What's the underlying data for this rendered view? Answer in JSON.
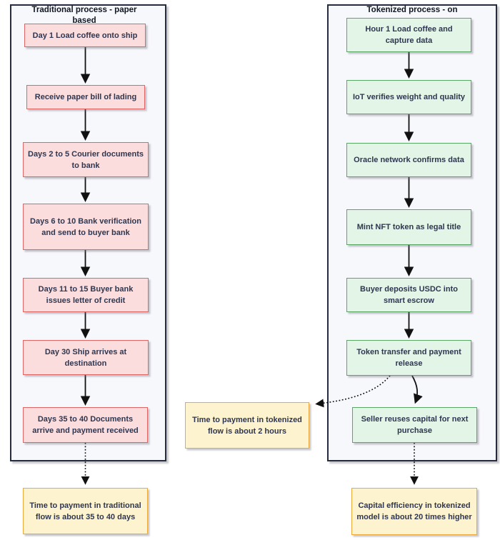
{
  "diagram": {
    "traditional": {
      "title": "Traditional process - paper based",
      "steps": [
        "Day 1 Load coffee onto ship",
        "Receive paper bill of lading",
        "Days 2 to 5 Courier documents to bank",
        "Days 6 to 10 Bank verification and send to buyer bank",
        "Days 11 to 15 Buyer bank issues letter of credit",
        "Day 30 Ship arrives at destination",
        "Days 35 to 40 Documents arrive and payment received"
      ],
      "outcome": "Time to payment in traditional flow is about 35 to 40 days"
    },
    "tokenized": {
      "title": "Tokenized process - on",
      "steps": [
        "Hour 1 Load coffee and capture data",
        "IoT verifies weight and quality",
        "Oracle network confirms data",
        "Mint NFT token as legal title",
        "Buyer deposits USDC into smart escrow",
        "Token transfer and payment release",
        "Seller reuses capital for next purchase"
      ],
      "outcome": "Capital efficiency in tokenized model is about 20 times higher"
    },
    "tokenized_time_note": "Time to payment in tokenized flow is about 2 hours"
  },
  "colors": {
    "traditional_node_fill": "#fbdddd",
    "traditional_node_border": "#e06666",
    "tokenized_node_fill": "#e2f5e7",
    "tokenized_node_border": "#5aa765",
    "note_fill": "#fdf3cf",
    "note_border": "#edaa3c",
    "container_fill": "#f7f8fc",
    "container_border": "#262b3d",
    "text": "#2f3650",
    "arrow": "#111111"
  }
}
